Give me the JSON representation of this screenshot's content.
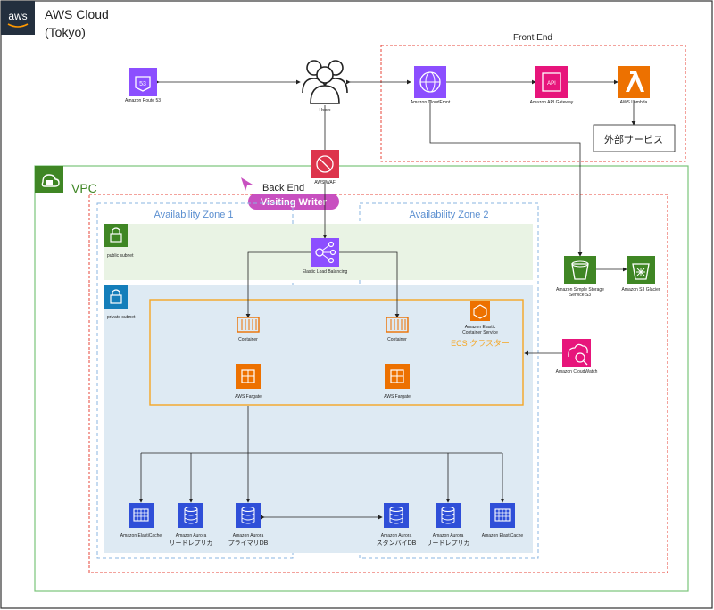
{
  "cloud": {
    "logo_text": "aws",
    "title_line1": "AWS Cloud",
    "title_line2": "(Tokyo)"
  },
  "front_end": {
    "label": "Front End",
    "cloudfront": "Amazon CloudFront",
    "api_gateway": "Amazon API Gateway",
    "lambda": "AWS Lambda",
    "external_service": "外部サービス"
  },
  "route53": "Amazon Route 53",
  "users": "Users",
  "waf": "AWS WAF",
  "vpc": {
    "label": "VPC"
  },
  "back_end": {
    "label": "Back End"
  },
  "badge": {
    "text": "Visiting Writer"
  },
  "az1": "Availability Zone 1",
  "az2": "Availability Zone 2",
  "public_subnet": "public subnet",
  "private_subnet": "private subnet",
  "elb": "Elastic Load Balancing",
  "ecs": {
    "service_line1": "Amazon Elastic",
    "service_line2": "Container Service",
    "cluster_label": "ECS クラスター"
  },
  "container": "Container",
  "fargate": "AWS Fargate",
  "s3": {
    "line1": "Amazon Simple Storage",
    "line2": "Service S3"
  },
  "glacier": "Amazon S3 Glacier",
  "cloudwatch": "Amazon CloudWatch",
  "db": {
    "elasticache": "Amazon ElastiCache",
    "aurora": "Amazon Aurora",
    "read_replica": "リードレプリカ",
    "primary": "プライマリDB",
    "standby": "スタンバイDB"
  },
  "colors": {
    "vpc_green": "#3f8624",
    "dashed_red": "#e7443a",
    "az_blue": "#8ab4e0",
    "ecs_orange": "#f5a623",
    "db_blue": "#2f4fd8",
    "pink": "#e7157b",
    "purple": "#8c4fff",
    "orange_svc": "#ed7100",
    "s3_green": "#3f8624",
    "badge_purple": "#c850c0"
  }
}
